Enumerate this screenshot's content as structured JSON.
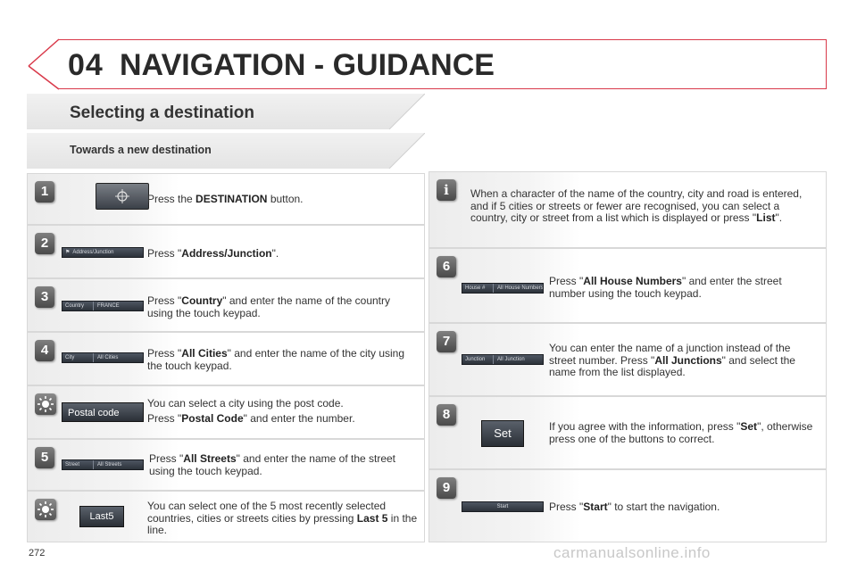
{
  "header": {
    "chapter": "04",
    "title": "NAVIGATION - GUIDANCE"
  },
  "section": {
    "title": "Selecting a destination",
    "subtitle": "Towards a new destination"
  },
  "steps": {
    "s1": {
      "badge": "1",
      "pre": "Press the ",
      "b": "DESTINATION",
      "post": " button."
    },
    "s2": {
      "badge": "2",
      "pre": "Press \"",
      "b": "Address/Junction",
      "post": "\".",
      "widget": "Address/Junction"
    },
    "s3": {
      "badge": "3",
      "pre": "Press \"",
      "b": "Country",
      "post": "\" and enter the name of the country using the touch keypad.",
      "widget_left": "Country",
      "widget_right": "FRANCE"
    },
    "s4": {
      "badge": "4",
      "pre": "Press \"",
      "b": "All Cities",
      "post": "\" and enter the name of the city using the touch keypad.",
      "widget_left": "City",
      "widget_right": "All Cities"
    },
    "tip1": {
      "line1": "You can select a city using the post code.",
      "pre": "Press \"",
      "b": "Postal Code",
      "post": "\" and enter the number.",
      "widget": "Postal code"
    },
    "s5": {
      "badge": "5",
      "pre": "Press \"",
      "b": "All Streets",
      "post": "\" and enter the name of the street using the touch keypad.",
      "widget_left": "Street",
      "widget_right": "All Streets"
    },
    "tip2": {
      "pre": "You can select one of the 5 most recently selected countries, cities or streets cities by pressing ",
      "b": "Last 5",
      "post": " in the line.",
      "widget": "Last5"
    },
    "info": {
      "badge": "i",
      "pre": "When a character of the name of the country, city and road is entered, and if 5 cities or streets or fewer are recognised, you can select a country, city or street from a list which is displayed or press \"",
      "b": "List",
      "post": "\"."
    },
    "s6": {
      "badge": "6",
      "pre": "Press \"",
      "b": "All House Numbers",
      "post": "\" and enter the street number using the touch keypad.",
      "widget_left": "House #",
      "widget_right": "All House Numbers"
    },
    "s7": {
      "badge": "7",
      "pre": "You can enter the name of a junction instead of the street number. Press \"",
      "b": "All Junctions",
      "post": "\" and select the name from the list displayed.",
      "widget_left": "Junction",
      "widget_right": "All Junction"
    },
    "s8": {
      "badge": "8",
      "pre": "If you agree with the information, press \"",
      "b": "Set",
      "post": "\", otherwise press one of the buttons to correct.",
      "widget": "Set"
    },
    "s9": {
      "badge": "9",
      "pre": "Press \"",
      "b": "Start",
      "post": "\" to start the navigation.",
      "widget": "Start"
    }
  },
  "footer": {
    "page": "272",
    "watermark": "carmanualsonline.info"
  }
}
